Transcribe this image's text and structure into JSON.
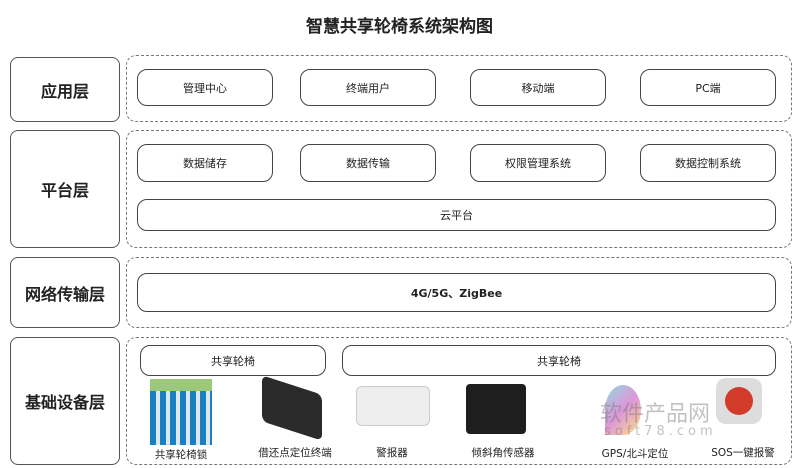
{
  "title": "智慧共享轮椅系统架构图",
  "layers": [
    {
      "label": "应用层",
      "items": [
        "管理中心",
        "终端用户",
        "移动端",
        "PC端"
      ]
    },
    {
      "label": "平台层",
      "items": [
        "数据储存",
        "数据传输",
        "权限管理系统",
        "数据控制系统"
      ],
      "base": "云平台"
    },
    {
      "label": "网络传输层",
      "base": "4G/5G、ZigBee"
    },
    {
      "label": "基础设备层",
      "groups": [
        "共享轮椅",
        "共享轮椅"
      ],
      "devices": [
        "共享轮椅锁",
        "借还点定位终端",
        "警报器",
        "倾斜角传感器",
        "GPS/北斗定位",
        "SOS一键报警"
      ]
    }
  ],
  "watermark": {
    "text": "软件产品网",
    "sub": "soft78.com"
  }
}
